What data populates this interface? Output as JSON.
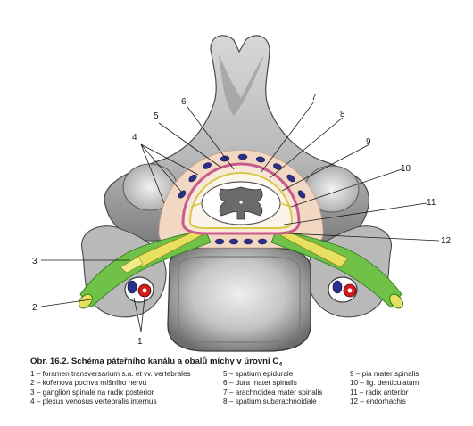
{
  "caption": {
    "title": "Obr. 16.2. Schéma páteřního kanálu a obalů míchy v úrovni C",
    "title_subscript": "4"
  },
  "legend": [
    "1 – foramen transversarium s.a. et vv. vertebrales",
    "2 – kořenová pochva míšního nervu",
    "3 – ganglion spinale na radix posterior",
    "4 – plexus venosus vertebralis internus",
    "5 – spatium epidurale",
    "6 – dura mater spinalis",
    "7 – arachnoidea mater spinalis",
    "8 – spatium subarachnoidale",
    "9 – pia mater spinalis",
    "10 – lig. denticulatum",
    "11 – radix anterior",
    "12 – endorhachis"
  ],
  "markers": [
    "1",
    "2",
    "3",
    "4",
    "5",
    "6",
    "7",
    "8",
    "9",
    "10",
    "11",
    "12"
  ],
  "colors": {
    "bone": "#c9c9c9",
    "bone_shadow": "#8e8e8e",
    "nerve_sheath": "#6fc247",
    "nerve": "#e8e060",
    "dura": "#c85a8c",
    "epidural": "#f4dcc8",
    "vein": "#2a2f8a",
    "artery": "#d11a1a",
    "spinal_cord": "#ffffff"
  }
}
